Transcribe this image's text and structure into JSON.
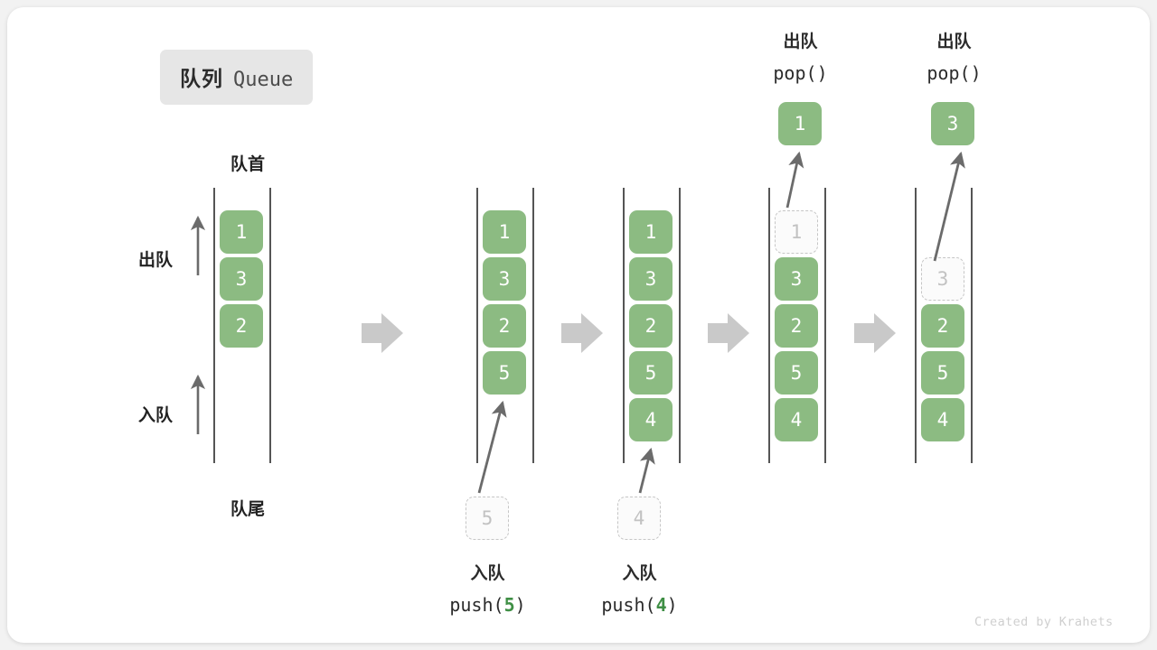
{
  "title": {
    "cn": "队列",
    "en": "Queue"
  },
  "labels": {
    "front": "队首",
    "rear": "队尾",
    "dequeue": "出队",
    "enqueue": "入队"
  },
  "credit": "Created by Krahets",
  "colors": {
    "cell_fill": "#8cbb82",
    "cell_text": "#ffffff",
    "ghost_border": "#c6c6c6",
    "ghost_text": "#c2c2c2",
    "rail": "#555555",
    "block_arrow": "#c9c9c9",
    "thin_arrow": "#6b6b6b",
    "chip_bg": "#e6e6e6",
    "code_arg": "#3f8f45",
    "credit": "#cfcfcf",
    "canvas_bg": "#ffffff",
    "page_bg": "#f2f2f2"
  },
  "side_arrows": [
    {
      "name": "dequeue",
      "label": "出队",
      "direction": "up"
    },
    {
      "name": "enqueue",
      "label": "入队",
      "direction": "up"
    }
  ],
  "columns": [
    {
      "id": "col-1",
      "caption_top": "队首",
      "caption_bottom": "队尾",
      "cells": [
        {
          "value": "1",
          "state": "filled"
        },
        {
          "value": "3",
          "state": "filled"
        },
        {
          "value": "2",
          "state": "filled"
        }
      ],
      "operation": null,
      "result_cell": null,
      "pending_cell": null
    },
    {
      "id": "col-2",
      "caption_top": "",
      "caption_bottom": "",
      "cells": [
        {
          "value": "1",
          "state": "filled"
        },
        {
          "value": "3",
          "state": "filled"
        },
        {
          "value": "2",
          "state": "filled"
        },
        {
          "value": "5",
          "state": "filled"
        }
      ],
      "operation": {
        "type": "push",
        "cn": "入队",
        "code_prefix": "push(",
        "arg": "5",
        "code_suffix": ")"
      },
      "result_cell": null,
      "pending_cell": {
        "value": "5",
        "state": "ghost"
      }
    },
    {
      "id": "col-3",
      "caption_top": "",
      "caption_bottom": "",
      "cells": [
        {
          "value": "1",
          "state": "filled"
        },
        {
          "value": "3",
          "state": "filled"
        },
        {
          "value": "2",
          "state": "filled"
        },
        {
          "value": "5",
          "state": "filled"
        },
        {
          "value": "4",
          "state": "filled"
        }
      ],
      "operation": {
        "type": "push",
        "cn": "入队",
        "code_prefix": "push(",
        "arg": "4",
        "code_suffix": ")"
      },
      "result_cell": null,
      "pending_cell": {
        "value": "4",
        "state": "ghost"
      }
    },
    {
      "id": "col-4",
      "caption_top": "",
      "caption_bottom": "",
      "cells": [
        {
          "value": "1",
          "state": "ghost"
        },
        {
          "value": "3",
          "state": "filled"
        },
        {
          "value": "2",
          "state": "filled"
        },
        {
          "value": "5",
          "state": "filled"
        },
        {
          "value": "4",
          "state": "filled"
        }
      ],
      "operation": {
        "type": "pop",
        "cn": "出队",
        "code_prefix": "pop(",
        "arg": "",
        "code_suffix": ")"
      },
      "result_cell": {
        "value": "1",
        "state": "filled"
      },
      "pending_cell": null
    },
    {
      "id": "col-5",
      "caption_top": "",
      "caption_bottom": "",
      "cells": [
        {
          "value": "",
          "state": "empty"
        },
        {
          "value": "3",
          "state": "ghost"
        },
        {
          "value": "2",
          "state": "filled"
        },
        {
          "value": "5",
          "state": "filled"
        },
        {
          "value": "4",
          "state": "filled"
        }
      ],
      "operation": {
        "type": "pop",
        "cn": "出队",
        "code_prefix": "pop(",
        "arg": "",
        "code_suffix": ")"
      },
      "result_cell": {
        "value": "3",
        "state": "filled"
      },
      "pending_cell": null
    }
  ],
  "flow_arrows": [
    "step-1-to-2",
    "step-2-to-3",
    "step-3-to-4",
    "step-4-to-5"
  ]
}
